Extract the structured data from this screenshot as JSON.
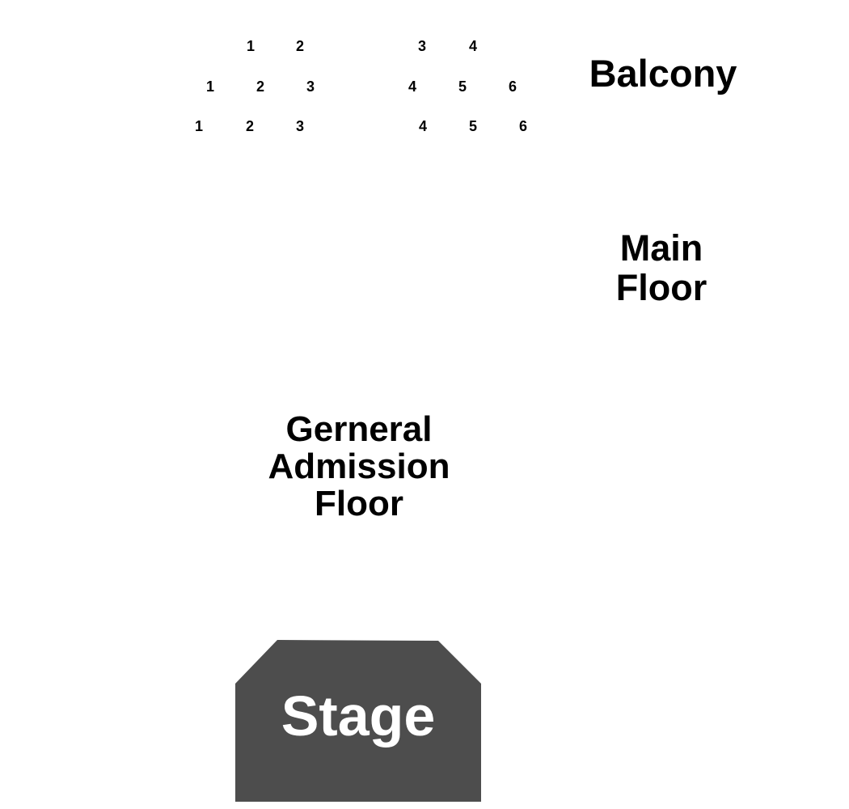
{
  "balcony": {
    "label": "Balcony",
    "rows": [
      [
        "1",
        "2",
        "3",
        "4"
      ],
      [
        "1",
        "2",
        "3",
        "4",
        "5",
        "6"
      ],
      [
        "1",
        "2",
        "3",
        "4",
        "5",
        "6"
      ]
    ]
  },
  "main_floor": {
    "label_line1": "Main",
    "label_line2": "Floor"
  },
  "ga_floor": {
    "label_line1": "Gerneral",
    "label_line2": "Admission",
    "label_line3": "Floor"
  },
  "stage": {
    "label": "Stage",
    "fill_color": "#4d4d4d",
    "text_color": "#ffffff"
  }
}
